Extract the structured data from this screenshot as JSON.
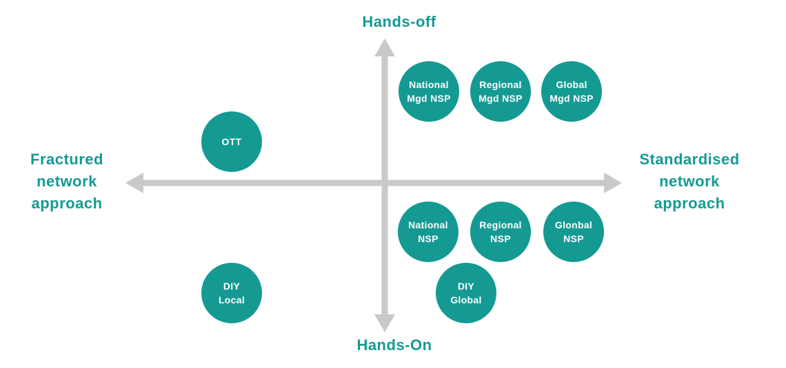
{
  "diagram": {
    "title": "Network approach quadrant diagram",
    "colors": {
      "teal": "#149a93",
      "arrow_gray": "#c9c9c9",
      "circle_text": "#ffffff"
    },
    "axes": {
      "top_label": "Hands-off",
      "bottom_label": "Hands-On",
      "left_label": "Fractured\nnetwork\napproach",
      "right_label": "Standardised\nnetwork\napproach"
    },
    "circles": [
      {
        "id": "ott",
        "quadrant": "top-left",
        "label": "OTT"
      },
      {
        "id": "national-mgd-nsp",
        "quadrant": "top-right",
        "label": "National\nMgd NSP"
      },
      {
        "id": "regional-mgd-nsp",
        "quadrant": "top-right",
        "label": "Regional\nMgd NSP"
      },
      {
        "id": "global-mgd-nsp",
        "quadrant": "top-right",
        "label": "Global\nMgd NSP"
      },
      {
        "id": "national-nsp",
        "quadrant": "bottom-right",
        "label": "National\nNSP"
      },
      {
        "id": "regional-nsp",
        "quadrant": "bottom-right",
        "label": "Regional\nNSP"
      },
      {
        "id": "glonbal-nsp",
        "quadrant": "bottom-right",
        "label": "Glonbal\nNSP"
      },
      {
        "id": "diy-global",
        "quadrant": "bottom-right",
        "label": "DIY\nGlobal"
      },
      {
        "id": "diy-local",
        "quadrant": "bottom-left",
        "label": "DIY\nLocal"
      }
    ]
  }
}
